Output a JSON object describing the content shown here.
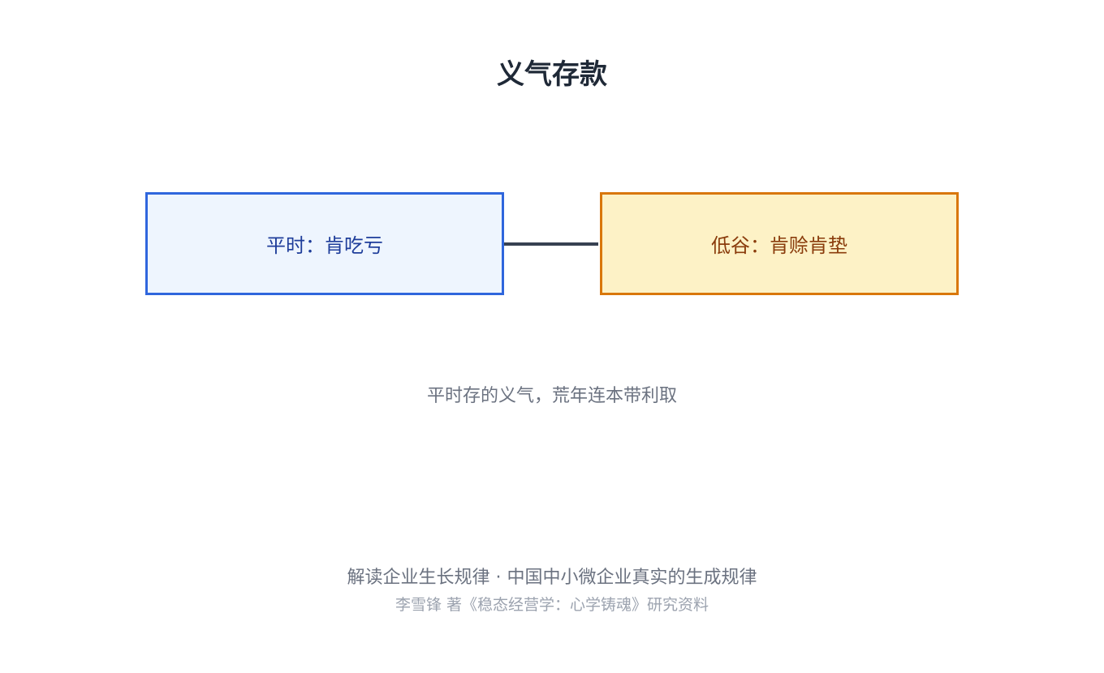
{
  "title": "义气存款",
  "diagram": {
    "left_box": {
      "label": "平时：肯吃亏"
    },
    "right_box": {
      "label": "低谷：肯赊肯垫"
    },
    "caption": "平时存的义气，荒年连本带利取"
  },
  "footer": {
    "main": "解读企业生长规律 · 中国中小微企业真实的生成规律",
    "sub": "李雪锋 著《稳态经营学：心学铸魂》研究资料"
  },
  "colors": {
    "left_fill": "#eef5fe",
    "left_border": "#2f66dd",
    "right_fill": "#fdf2c6",
    "right_border": "#d9770b",
    "connector": "#374151"
  }
}
